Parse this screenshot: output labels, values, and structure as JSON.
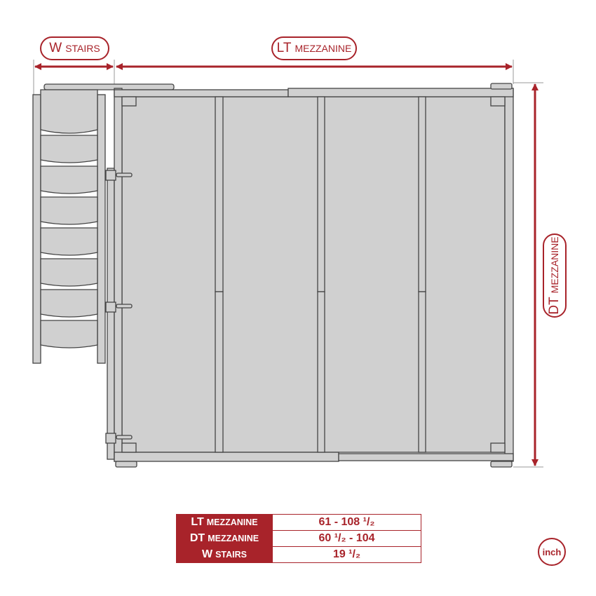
{
  "dimension_labels": {
    "w_stairs": {
      "main": "W",
      "sub": "STAIRS"
    },
    "lt_mezzanine": {
      "main": "LT",
      "sub": "MEZZANINE"
    },
    "dt_mezzanine": {
      "main": "DT",
      "sub": "MEZZANINE"
    }
  },
  "table": {
    "rows": [
      {
        "main": "LT",
        "sub": "MEZZANINE",
        "value": "61 - 108 ¹/₂"
      },
      {
        "main": "DT",
        "sub": "MEZZANINE",
        "value": "60 ¹/₂ - 104"
      },
      {
        "main": "W",
        "sub": "STAIRS",
        "value": "19 ¹/₂"
      }
    ]
  },
  "unit": "inch",
  "colors": {
    "accent": "#a8232a",
    "deck": "#d0d0d0",
    "line": "#444444"
  }
}
